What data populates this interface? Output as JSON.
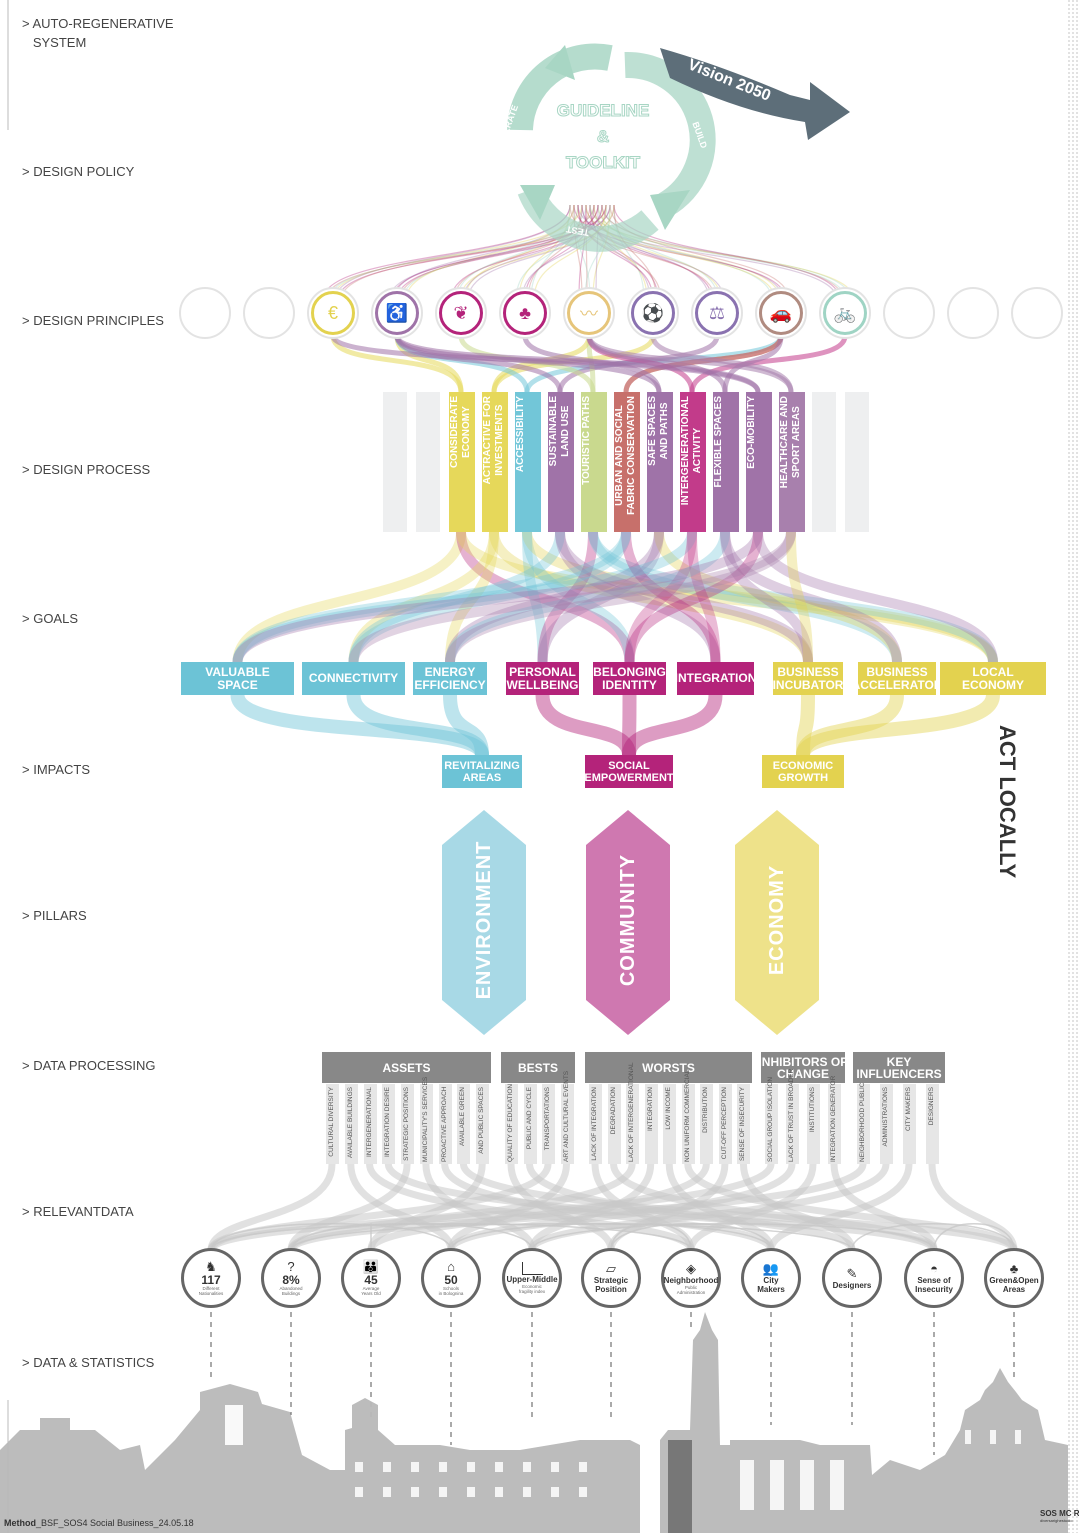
{
  "left_labels": [
    "> AUTO-REGENERATIVE\n   SYSTEM",
    "> DESIGN POLICY",
    "> DESIGN PRINCIPLES",
    "> DESIGN PROCESS",
    "> GOALS",
    "> IMPACTS",
    "> PILLARS",
    "> DATA PROCESSING",
    "> RELEVANTDATA",
    "> DATA & STATISTICS"
  ],
  "cycle": {
    "center": "GUIDELINE\n&\nTOOLKIT",
    "iterate": "ITERATE",
    "build": "BUILD",
    "test": "TEST",
    "vision": "Vision 2050"
  },
  "principle_icons": [
    "euro-icon",
    "wheelchair-icon",
    "leaf-icon",
    "building-icon",
    "path-icon",
    "walker-icon",
    "seesaw-icon",
    "car-icon",
    "bicycle-icon"
  ],
  "process_bars": [
    {
      "label": "CONSIDERATE\nECONOMY",
      "color": "#e6d85a"
    },
    {
      "label": "ACTRACTIVE FOR\nINVESTMENTS",
      "color": "#e6d85a"
    },
    {
      "label": "ACCESSIBILITY",
      "color": "#72c6d8"
    },
    {
      "label": "SUSTAINABLE\nLAND USE",
      "color": "#a073a8"
    },
    {
      "label": "TOURISTIC PATHS",
      "color": "#c9d98e"
    },
    {
      "label": "URBAN AND SOCIAL\nFABRIC CONSERVATION",
      "color": "#c7706b"
    },
    {
      "label": "SAFE SPACES\nAND PATHS",
      "color": "#9f73a8"
    },
    {
      "label": "INTERGENERATIONAL\nACTIVITY",
      "color": "#c23b8a"
    },
    {
      "label": "FLEXIBLE SPACES",
      "color": "#a073a8"
    },
    {
      "label": "ECO-MOBILITY",
      "color": "#a073a8"
    },
    {
      "label": "HEALTHCARE AND\nSPORT AREAS",
      "color": "#a880ad"
    }
  ],
  "goals": [
    {
      "label": "VALUABLE\nSPACE",
      "color": "#6cc3d6"
    },
    {
      "label": "CONNECTIVITY",
      "color": "#6cc3d6"
    },
    {
      "label": "ENERGY\nEFFICIENCY",
      "color": "#6cc3d6"
    },
    {
      "label": "PERSONAL\nWELLBEING",
      "color": "#b4237a"
    },
    {
      "label": "BELONGING\nIDENTITY",
      "color": "#b4237a"
    },
    {
      "label": "INTEGRATION",
      "color": "#b4237a"
    },
    {
      "label": "BUSINESS\nINCUBATOR",
      "color": "#e3d24f"
    },
    {
      "label": "BUSINESS\nACCELERATOR",
      "color": "#e3d24f"
    },
    {
      "label": "LOCAL\nECONOMY",
      "color": "#e3d24f"
    }
  ],
  "impacts": [
    {
      "label": "REVITALIZING\nAREAS",
      "color": "#6cc3d6"
    },
    {
      "label": "SOCIAL\nEMPOWERMENT",
      "color": "#b4237a"
    },
    {
      "label": "ECONOMIC\nGROWTH",
      "color": "#e3d24f"
    }
  ],
  "pillars": [
    {
      "label": "ENVIRONMENT",
      "color": "#a8d9e6"
    },
    {
      "label": "COMMUNITY",
      "color": "#cf78b0"
    },
    {
      "label": "ECONOMY",
      "color": "#eee28a"
    }
  ],
  "data_headers": [
    {
      "label": "ASSETS"
    },
    {
      "label": "BESTS"
    },
    {
      "label": "WORSTS"
    },
    {
      "label": "INHIBITORS OF\nCHANGE"
    },
    {
      "label": "KEY\nINFLUENCERS"
    }
  ],
  "data_items": [
    "CULTURAL DIVERSITY",
    "AVAILABLE BUILDINGS",
    "INTERGENERATIONAL",
    "INTEGRATION DESIRE",
    "STRATEGIC POSITIONS",
    "MUNICIPALITY'S SERVICES",
    "PROACTIVE APPROACH",
    "AVAILABLE GREEN",
    "AND PUBLIC SPACES",
    "QUALITY OF EDUCATION",
    "PUBLIC AND CYCLE",
    "TRANSPORTATIONS",
    "ART AND CULTURAL EVENTS",
    "LACK OF INTEGRATION",
    "DEGRADATION",
    "LACK OF INTERGENERATIONAL",
    "INTEGRATION",
    "LOW INCOME",
    "NON UNIFORM COMMERCIAL",
    "DISTRIBUTION",
    "CUT-OFF PERCEPTION",
    "SENSE OF INSECURITY",
    "SOCIAL GROUP ISOLATION",
    "LACK OF TRUST IN BROADER",
    "INSTITUTIONS",
    "INTEGRATION GENERATOR",
    "NEIGHBORHOOD PUBLIC",
    "ADMINISTRATIONS",
    "CITY MAKERS",
    "DESIGNERS"
  ],
  "stats": [
    {
      "icon": "migrant-icon",
      "glyph": "♞",
      "num": "117",
      "title": "",
      "sub": "Different\nNationalities"
    },
    {
      "icon": "question-house-icon",
      "glyph": "?",
      "num": "8%",
      "title": "",
      "sub": "Abandoned\nBuildings"
    },
    {
      "icon": "family-icon",
      "glyph": "👪",
      "num": "45",
      "title": "",
      "sub": "Average\nYears Old"
    },
    {
      "icon": "school-icon",
      "glyph": "⌂",
      "num": "50",
      "title": "",
      "sub": "Schools\nin Bolognina"
    },
    {
      "icon": "chart-icon",
      "glyph": "",
      "num": "",
      "title": "Upper-Middle",
      "sub": "Economic\nfragility index"
    },
    {
      "icon": "map-icon",
      "glyph": "▱",
      "num": "",
      "title": "Strategic\nPosition",
      "sub": ""
    },
    {
      "icon": "target-icon",
      "glyph": "◈",
      "num": "",
      "title": "Neighborhood",
      "sub": "Public\nAdministration"
    },
    {
      "icon": "people-icon",
      "glyph": "👥",
      "num": "",
      "title": "City\nMakers",
      "sub": ""
    },
    {
      "icon": "designer-icon",
      "glyph": "✎",
      "num": "",
      "title": "Designers",
      "sub": ""
    },
    {
      "icon": "bandit-icon",
      "glyph": "◓",
      "num": "",
      "title": "Sense of\nInsecurity",
      "sub": ""
    },
    {
      "icon": "park-icon",
      "glyph": "♣",
      "num": "",
      "title": "Green&Open\nAreas",
      "sub": ""
    }
  ],
  "footer": {
    "method": "Method",
    "rest": "_BSF_SOS4 Social Business_24.05.18",
    "logo": "SOS MC R",
    "logo_sub": "diversarighestudio"
  },
  "side_text": "ACT LOCALLY"
}
